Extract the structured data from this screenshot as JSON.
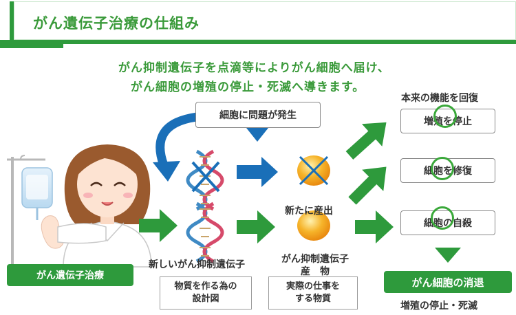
{
  "title": "がん遺伝子治療の仕組み",
  "subtitle_line1": "がん抑制遺伝子を点滴等によりがん細胞へ届け、",
  "subtitle_line2": "がん細胞の増殖の停止・死滅へ導きます。",
  "problem_box": "細胞に問題が発生",
  "treatment_label": "がん遺伝子治療",
  "new_gene_label": "新しいがん抑制遺伝子",
  "blueprint_line1": "物質を作る為の",
  "blueprint_line2": "設計図",
  "product_label_line1": "がん抑制遺伝子",
  "product_label_line2": "産　物",
  "work_line1": "実際の仕事を",
  "work_line2": "する物質",
  "new_production": "新たに産出",
  "recovery_label": "本来の機能を回復",
  "outcomes": [
    "増殖を停止",
    "細胞を修復",
    "細胞の自殺"
  ],
  "result_box": "がん細胞の消退",
  "result_caption": "増殖の停止・死滅",
  "colors": {
    "green": "#2e9a3c",
    "blue": "#1a6fb8",
    "orange": "#f0a020"
  }
}
